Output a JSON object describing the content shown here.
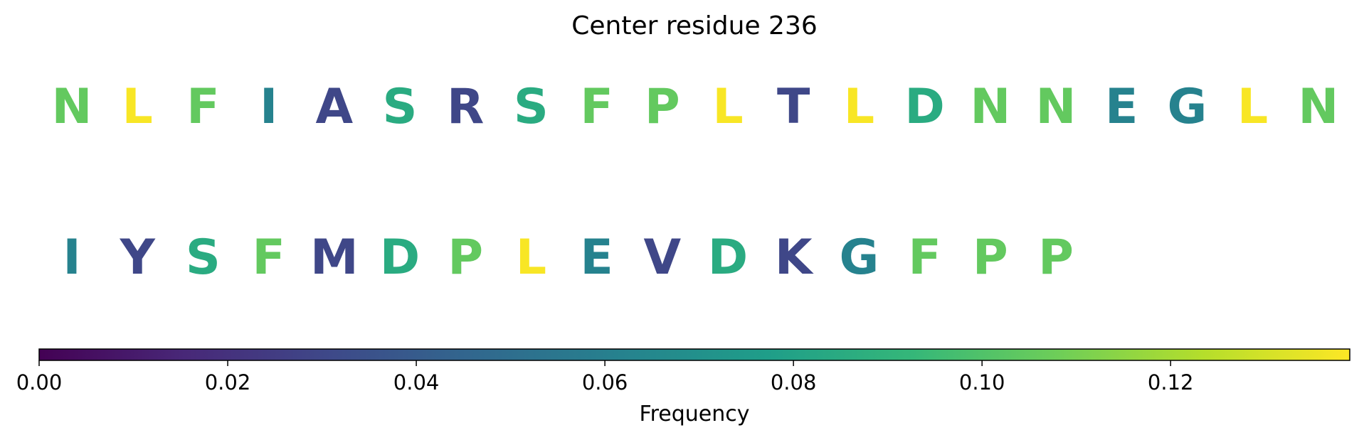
{
  "chart_data": {
    "type": "sequence-logo",
    "title": "Center residue 236",
    "rows": [
      {
        "residues": [
          {
            "letter": "N",
            "frequency": 0.105
          },
          {
            "letter": "L",
            "frequency": 0.138
          },
          {
            "letter": "F",
            "frequency": 0.105
          },
          {
            "letter": "I",
            "frequency": 0.062
          },
          {
            "letter": "A",
            "frequency": 0.03
          },
          {
            "letter": "S",
            "frequency": 0.085
          },
          {
            "letter": "R",
            "frequency": 0.03
          },
          {
            "letter": "S",
            "frequency": 0.085
          },
          {
            "letter": "F",
            "frequency": 0.105
          },
          {
            "letter": "P",
            "frequency": 0.105
          },
          {
            "letter": "L",
            "frequency": 0.138
          },
          {
            "letter": "T",
            "frequency": 0.03
          },
          {
            "letter": "L",
            "frequency": 0.138
          },
          {
            "letter": "D",
            "frequency": 0.085
          },
          {
            "letter": "N",
            "frequency": 0.105
          },
          {
            "letter": "N",
            "frequency": 0.105
          },
          {
            "letter": "E",
            "frequency": 0.062
          },
          {
            "letter": "G",
            "frequency": 0.062
          },
          {
            "letter": "L",
            "frequency": 0.138
          },
          {
            "letter": "N",
            "frequency": 0.105
          }
        ]
      },
      {
        "residues": [
          {
            "letter": "I",
            "frequency": 0.062
          },
          {
            "letter": "Y",
            "frequency": 0.03
          },
          {
            "letter": "S",
            "frequency": 0.085
          },
          {
            "letter": "F",
            "frequency": 0.105
          },
          {
            "letter": "M",
            "frequency": 0.03
          },
          {
            "letter": "D",
            "frequency": 0.085
          },
          {
            "letter": "P",
            "frequency": 0.105
          },
          {
            "letter": "L",
            "frequency": 0.138
          },
          {
            "letter": "E",
            "frequency": 0.062
          },
          {
            "letter": "V",
            "frequency": 0.03
          },
          {
            "letter": "D",
            "frequency": 0.085
          },
          {
            "letter": "K",
            "frequency": 0.03
          },
          {
            "letter": "G",
            "frequency": 0.062
          },
          {
            "letter": "F",
            "frequency": 0.105
          },
          {
            "letter": "P",
            "frequency": 0.105
          },
          {
            "letter": "P",
            "frequency": 0.105
          }
        ]
      }
    ],
    "colorbar": {
      "label": "Frequency",
      "colormap": "viridis",
      "range": [
        0,
        0.139
      ],
      "ticks": [
        0.0,
        0.02,
        0.04,
        0.06,
        0.08,
        0.1,
        0.12
      ],
      "tick_labels": [
        "0.00",
        "0.02",
        "0.04",
        "0.06",
        "0.08",
        "0.10",
        "0.12"
      ],
      "orientation": "horizontal",
      "placement": "bottom"
    }
  }
}
